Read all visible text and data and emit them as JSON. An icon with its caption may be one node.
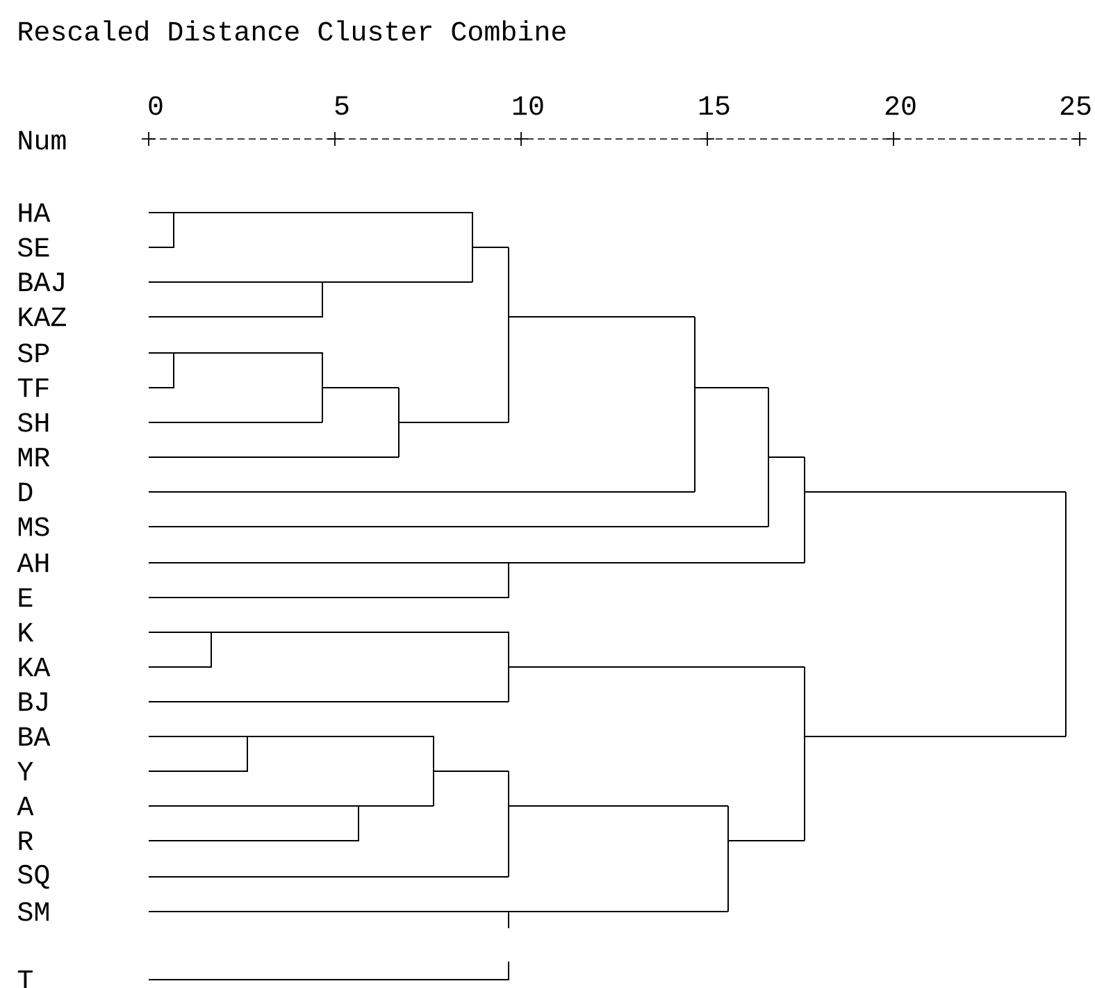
{
  "diagram": {
    "title": "Rescaled Distance Cluster Combine",
    "labels": [
      "0",
      "5",
      "10",
      "15",
      "20",
      "25",
      "Num",
      "HA",
      "SE",
      "BAJ",
      "KAZ",
      "SP",
      "TF",
      "SH",
      "MR",
      "D",
      "MS",
      "AH",
      "E",
      "K",
      "KA",
      "BJ",
      "BA",
      "Y",
      "A",
      "R",
      "SQ",
      "SM",
      "T"
    ]
  }
}
